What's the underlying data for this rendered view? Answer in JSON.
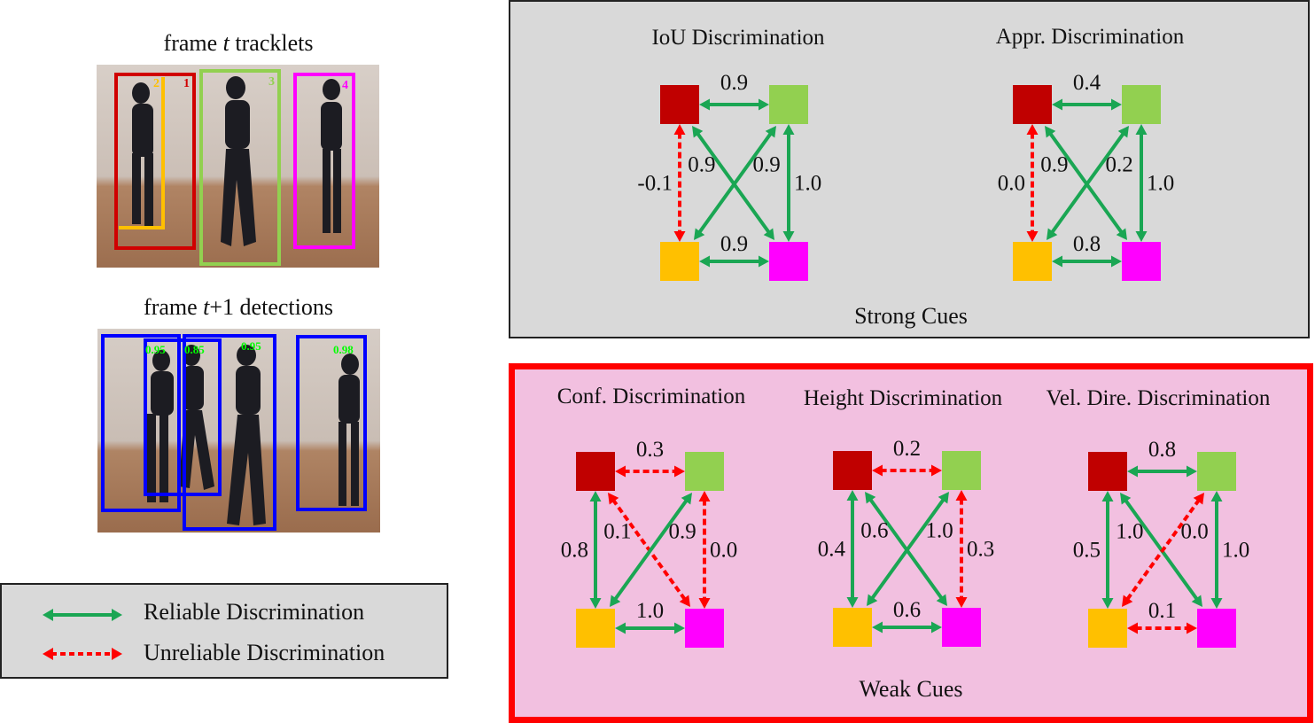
{
  "left": {
    "tracklets_title_pre": "frame ",
    "tracklets_title_var": "t",
    "tracklets_title_post": " tracklets",
    "detections_title_pre": "frame ",
    "detections_title_var": "t",
    "detections_title_post": "+1 detections",
    "tracklet_ids": [
      "2",
      "1",
      "3",
      "4"
    ],
    "detection_scores": [
      "0.95",
      "0.85",
      "0.95",
      "0.98"
    ]
  },
  "legend": {
    "reliable": "Reliable Discrimination",
    "unreliable": "Unreliable Discrimination",
    "reliable_color": "#1aa653",
    "unreliable_color": "#ff0000"
  },
  "colors": {
    "node_red": "#c00000",
    "node_green": "#92d050",
    "node_orange": "#ffc000",
    "node_magenta": "#ff00ff",
    "strong_bg": "#d9d9d9",
    "weak_bg": "#f2c0e0",
    "weak_border": "#ff0000"
  },
  "strong": {
    "label": "Strong Cues",
    "graphs": [
      {
        "title": "IoU Discrimination",
        "top": "0.9",
        "left": "-0.1",
        "diag1": "0.9",
        "diag2": "0.9",
        "right": "1.0",
        "bottom": "0.9",
        "reliable": {
          "top": true,
          "left": false,
          "diag1": true,
          "diag2": true,
          "right": true,
          "bottom": true
        }
      },
      {
        "title": "Appr. Discrimination",
        "top": "0.4",
        "left": "0.0",
        "diag1": "0.9",
        "diag2": "0.2",
        "right": "1.0",
        "bottom": "0.8",
        "reliable": {
          "top": true,
          "left": false,
          "diag1": true,
          "diag2": true,
          "right": true,
          "bottom": true
        }
      }
    ]
  },
  "weak": {
    "label": "Weak Cues",
    "graphs": [
      {
        "title": "Conf. Discrimination",
        "top": "0.3",
        "left": "0.8",
        "diag1": "0.1",
        "diag2": "0.9",
        "right": "0.0",
        "bottom": "1.0",
        "reliable": {
          "top": false,
          "left": true,
          "diag1": false,
          "diag2": true,
          "right": false,
          "bottom": true
        }
      },
      {
        "title": "Height Discrimination",
        "top": "0.2",
        "left": "0.4",
        "diag1": "0.6",
        "diag2": "1.0",
        "right": "0.3",
        "bottom": "0.6",
        "reliable": {
          "top": false,
          "left": true,
          "diag1": true,
          "diag2": true,
          "right": false,
          "bottom": true
        }
      },
      {
        "title": "Vel. Dire. Discrimination",
        "top": "0.8",
        "left": "0.5",
        "diag1": "1.0",
        "diag2": "0.0",
        "right": "1.0",
        "bottom": "0.1",
        "reliable": {
          "top": true,
          "left": true,
          "diag1": true,
          "diag2": false,
          "right": true,
          "bottom": false
        }
      }
    ]
  }
}
